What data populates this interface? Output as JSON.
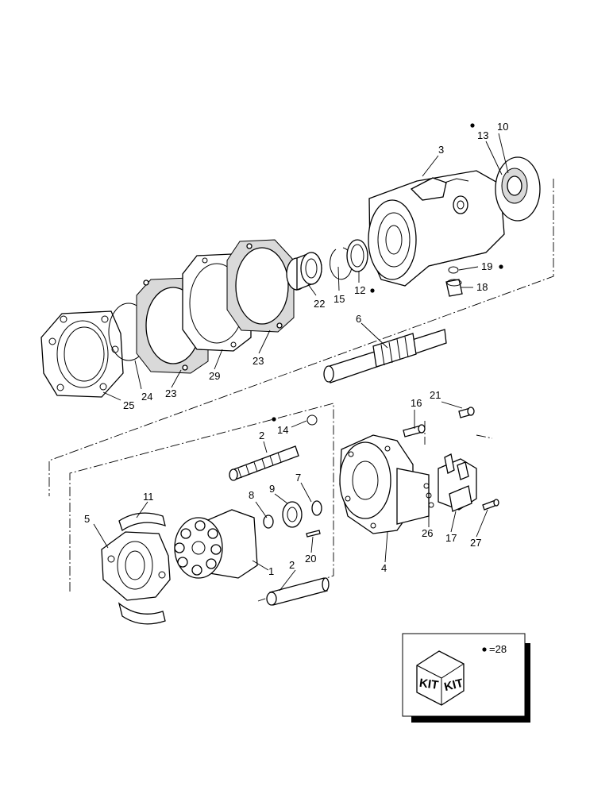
{
  "callouts": {
    "p1": "1",
    "p2a": "2",
    "p2b": "2",
    "p3": "3",
    "p4": "4",
    "p5": "5",
    "p6": "6",
    "p7": "7",
    "p8": "8",
    "p9": "9",
    "p10": "10",
    "p11": "11",
    "p12": "12",
    "p13": "13",
    "p14": "14",
    "p15": "15",
    "p16": "16",
    "p17": "17",
    "p18": "18",
    "p19": "19",
    "p20": "20",
    "p21": "21",
    "p22": "22",
    "p23a": "23",
    "p23b": "23",
    "p24": "24",
    "p25": "25",
    "p26": "26",
    "p27": "27",
    "p29": "29"
  },
  "legend": {
    "kit_text_left": "KIT",
    "kit_text_right": "KIT",
    "kit_ref": "=28"
  },
  "colors": {
    "line": "#000000",
    "shadow": "#000000",
    "background": "#ffffff"
  }
}
